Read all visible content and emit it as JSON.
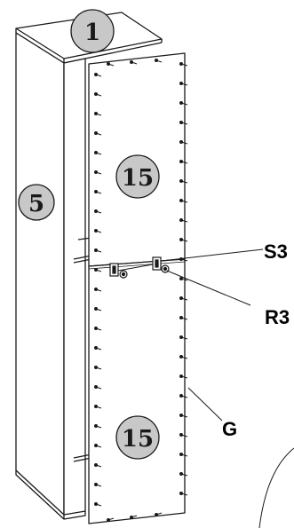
{
  "parts": {
    "top_panel": "1",
    "side_panel": "5",
    "back_panel_upper": "15",
    "back_panel_lower": "15"
  },
  "hardware": {
    "connector": "S3",
    "screw": "R3",
    "nail": "G"
  },
  "colors": {
    "line": "#1a1a1a",
    "badge_fill": "#c8c8c8"
  }
}
